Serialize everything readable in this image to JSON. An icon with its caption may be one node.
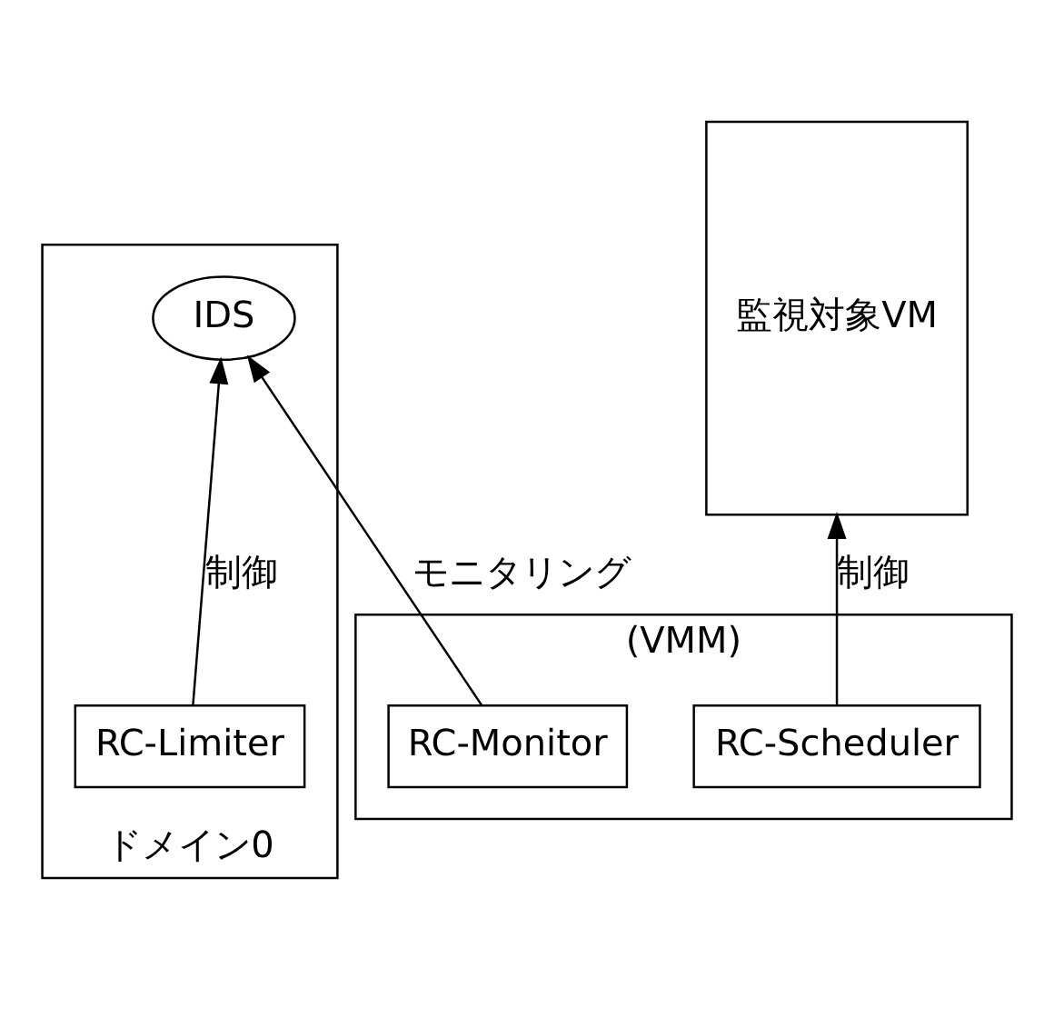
{
  "diagram": {
    "nodes": [
      {
        "text": [
          "ドメイン0"
        ]
      },
      {
        "text": [
          "RC-Limiter"
        ],
        "in": 0
      },
      {
        "text": [
          "IDS"
        ],
        "in": 0
      },
      {
        "text": [
          "監視対象VM"
        ]
      },
      {
        "text": [
          "(VMM)"
        ]
      },
      {
        "text": [
          "RC-Monitor"
        ],
        "in": 4
      },
      {
        "text": [
          "RC-Scheduler"
        ],
        "in": 4
      }
    ],
    "edges": [
      {
        "from": 1,
        "to": 2,
        "arrow": "to",
        "label": "制御"
      },
      {
        "from": 5,
        "to": 2,
        "arrow": "to",
        "label": "モニタリング"
      },
      {
        "from": 6,
        "to": 3,
        "arrow": "to",
        "label": "制御"
      }
    ]
  }
}
